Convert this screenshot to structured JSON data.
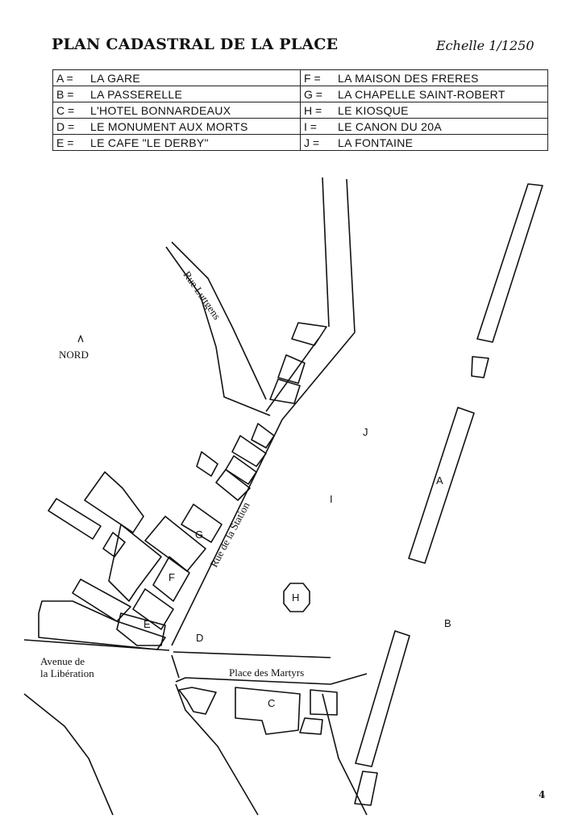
{
  "title": "PLAN CADASTRAL DE LA PLACE",
  "scale": "Echelle 1/1250",
  "legend": [
    {
      "key": "A =",
      "label": "LA GARE"
    },
    {
      "key": "F =",
      "label": "LA MAISON DES FRERES"
    },
    {
      "key": "B =",
      "label": "LA PASSERELLE"
    },
    {
      "key": "G =",
      "label": "LA CHAPELLE SAINT-ROBERT"
    },
    {
      "key": "C =",
      "label": "L'HOTEL BONNARDEAUX"
    },
    {
      "key": "H =",
      "label": "LE KIOSQUE"
    },
    {
      "key": "D =",
      "label": "LE MONUMENT AUX MORTS"
    },
    {
      "key": "I =",
      "label": "LE CANON DU 20A"
    },
    {
      "key": "E =",
      "label": "LE CAFE \"LE DERBY\""
    },
    {
      "key": "J =",
      "label": "LA FONTAINE"
    }
  ],
  "map": {
    "north_label": "NORD",
    "streets": {
      "rue_luttgens": "Rue Luttgens",
      "rue_de_la_station": "Rue de la Station",
      "avenue_line1": "Avenue de",
      "avenue_line2": "la Libération",
      "place": "Place des Martyrs"
    },
    "markers": {
      "A": "A",
      "B": "B",
      "C": "C",
      "D": "D",
      "E": "E",
      "F": "F",
      "G": "G",
      "H": "H",
      "I": "I",
      "J": "J"
    }
  },
  "page_number": "4"
}
